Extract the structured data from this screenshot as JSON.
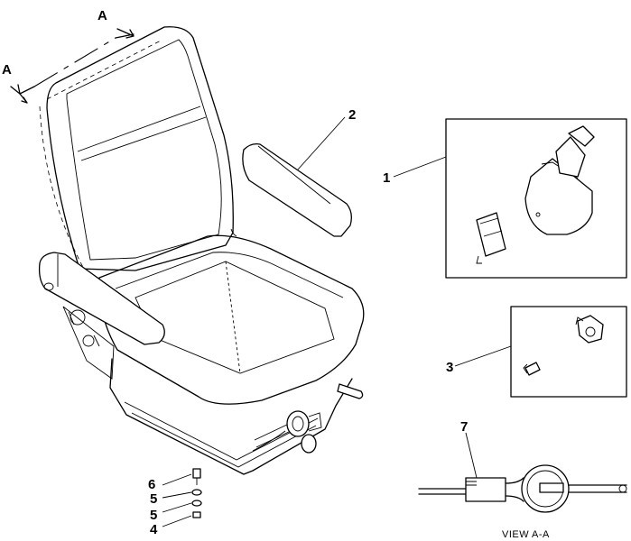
{
  "section_labels": {
    "section_a_top": "A",
    "section_a_left": "A",
    "view_caption": "VIEW A-A"
  },
  "callouts": [
    {
      "id": "callout-1",
      "text": "1"
    },
    {
      "id": "callout-2",
      "text": "2"
    },
    {
      "id": "callout-3",
      "text": "3"
    },
    {
      "id": "callout-4",
      "text": "4"
    },
    {
      "id": "callout-5a",
      "text": "5"
    },
    {
      "id": "callout-5b",
      "text": "5"
    },
    {
      "id": "callout-6",
      "text": "6"
    },
    {
      "id": "callout-7",
      "text": "7"
    }
  ]
}
